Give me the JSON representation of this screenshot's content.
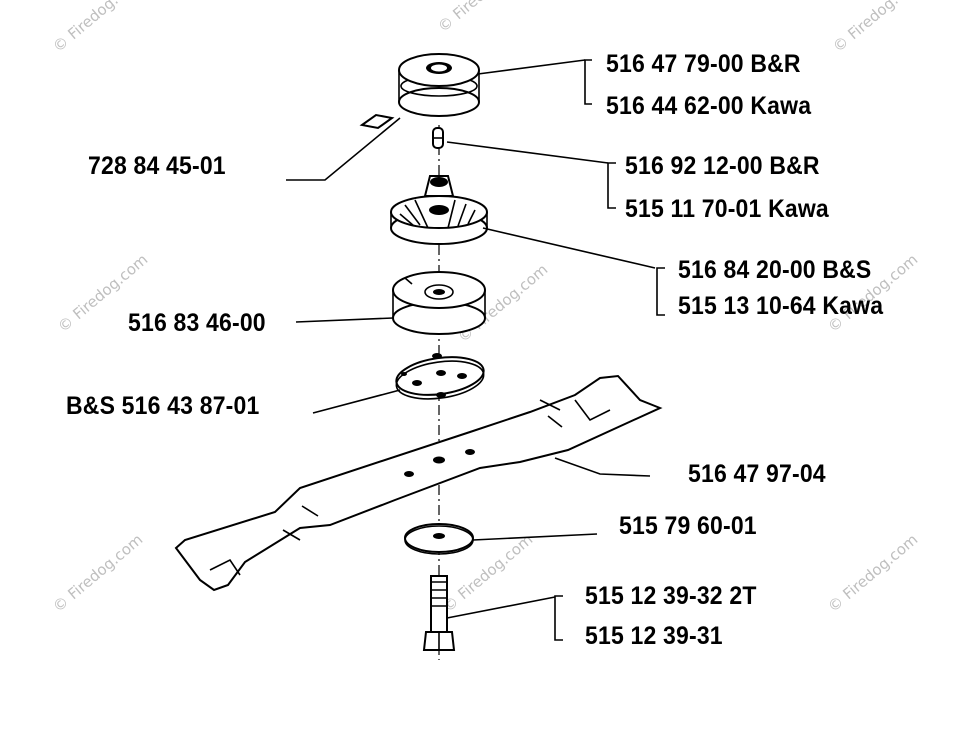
{
  "watermark": "© Firedog.com",
  "labels": {
    "spacer_br": "516 47 79-00 B&R",
    "spacer_kawa": "516 44 62-00 Kawa",
    "key": "728 84 45-01",
    "adapter_br": "516 92 12-00 B&R",
    "adapter_kawa": "515 11 70-01 Kawa",
    "hub_bs": "516 84 20-00 B&S",
    "hub_kawa": "515 13 10-64 Kawa",
    "pulley": "516 83 46-00",
    "plate_bs": "B&S 516 43 87-01",
    "blade": "516 47 97-04",
    "washer": "515 79 60-01",
    "bolt_2t": "515 12 39-32 2T",
    "bolt": "515 12 39-31"
  }
}
